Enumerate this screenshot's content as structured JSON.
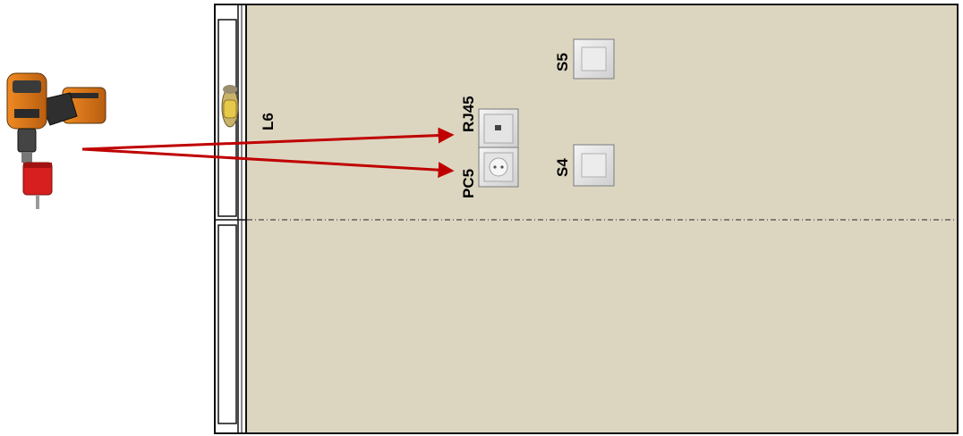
{
  "labels": {
    "lamp": "L6",
    "network_outlet": "RJ45",
    "power_outlet": "PC5",
    "switch_top": "S5",
    "switch_bottom": "S4"
  },
  "icons": {
    "drill": "drill-icon",
    "lamp": "lamp-icon",
    "network_outlet": "rj45-outlet-icon",
    "power_outlet": "power-outlet-icon",
    "switch": "light-switch-icon"
  },
  "colors": {
    "wall_fill": "#dcd6c1",
    "frame": "#111111",
    "arrow": "#c00000",
    "drill_body": "#e07b1a",
    "hole_saw": "#d71f1f",
    "plate": "#e8e8e8"
  }
}
